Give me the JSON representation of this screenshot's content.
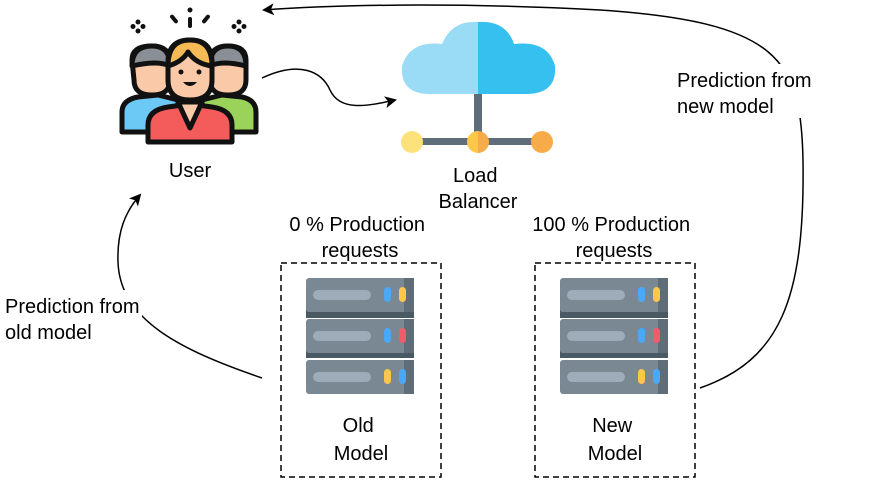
{
  "nodes": {
    "user": {
      "label": "User",
      "icon": "users-group-icon"
    },
    "load_balancer": {
      "label_line1": "Load",
      "label_line2": "Balancer",
      "icon": "cloud-network-icon"
    },
    "old_model": {
      "label_line1": "Old",
      "label_line2": "Model",
      "traffic_line1": "0 % Production",
      "traffic_line2": "requests",
      "icon": "server-icon"
    },
    "new_model": {
      "label_line1": "New",
      "label_line2": "Model",
      "traffic_line1": "100 % Production",
      "traffic_line2": "requests",
      "icon": "server-icon"
    }
  },
  "edges": {
    "new_to_user": {
      "label_line1": "Prediction from",
      "label_line2": "new model"
    },
    "old_to_user": {
      "label_line1": "Prediction from",
      "label_line2": "old model"
    }
  },
  "colors": {
    "cloud_light": "#9adcf5",
    "cloud_dark": "#36c0ef",
    "server_body": "#7a8894",
    "server_dark": "#4a5a64",
    "led_blue": "#4aa8f7",
    "led_yellow": "#fdc84a",
    "led_red": "#f35b6a"
  }
}
